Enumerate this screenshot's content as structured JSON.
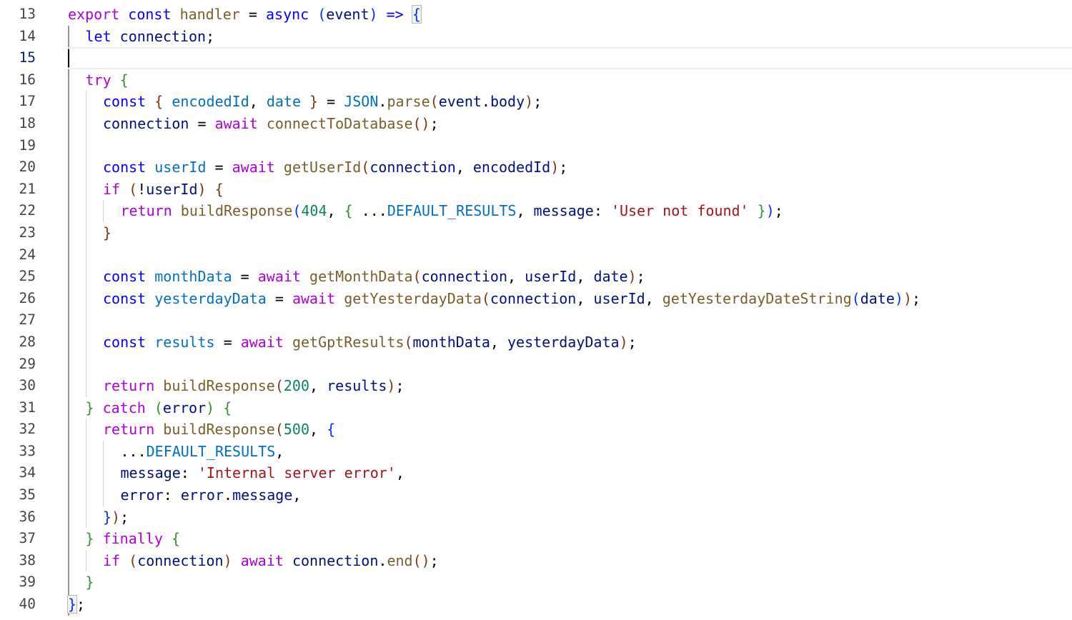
{
  "editor": {
    "language": "javascript",
    "current_line": 15,
    "lines": [
      {
        "num": "13",
        "indent": 0,
        "tokens": [
          [
            "kw2",
            "export"
          ],
          [
            "p",
            " "
          ],
          [
            "kw",
            "const"
          ],
          [
            "p",
            " "
          ],
          [
            "fn",
            "handler"
          ],
          [
            "p",
            " = "
          ],
          [
            "kw",
            "async"
          ],
          [
            "p",
            " "
          ],
          [
            "b1",
            "("
          ],
          [
            "v",
            "event"
          ],
          [
            "b1",
            ")"
          ],
          [
            "p",
            " "
          ],
          [
            "kw",
            "=>"
          ],
          [
            "p",
            " "
          ],
          [
            "b1",
            "{",
            "match"
          ]
        ]
      },
      {
        "num": "14",
        "indent": 1,
        "tokens": [
          [
            "kw",
            "let"
          ],
          [
            "p",
            " "
          ],
          [
            "v",
            "connection"
          ],
          [
            "p",
            ";"
          ]
        ]
      },
      {
        "num": "15",
        "indent": 0,
        "tokens": []
      },
      {
        "num": "16",
        "indent": 1,
        "tokens": [
          [
            "kw2",
            "try"
          ],
          [
            "p",
            " "
          ],
          [
            "b2",
            "{"
          ]
        ]
      },
      {
        "num": "17",
        "indent": 2,
        "tokens": [
          [
            "kw",
            "const"
          ],
          [
            "p",
            " "
          ],
          [
            "b3",
            "{"
          ],
          [
            "p",
            " "
          ],
          [
            "c",
            "encodedId"
          ],
          [
            "p",
            ", "
          ],
          [
            "c",
            "date"
          ],
          [
            "p",
            " "
          ],
          [
            "b3",
            "}"
          ],
          [
            "p",
            " = "
          ],
          [
            "c",
            "JSON"
          ],
          [
            "p",
            "."
          ],
          [
            "fn",
            "parse"
          ],
          [
            "b3",
            "("
          ],
          [
            "v",
            "event"
          ],
          [
            "p",
            "."
          ],
          [
            "v",
            "body"
          ],
          [
            "b3",
            ")"
          ],
          [
            "p",
            ";"
          ]
        ]
      },
      {
        "num": "18",
        "indent": 2,
        "tokens": [
          [
            "v",
            "connection"
          ],
          [
            "p",
            " = "
          ],
          [
            "kw2",
            "await"
          ],
          [
            "p",
            " "
          ],
          [
            "fn",
            "connectToDatabase"
          ],
          [
            "b3",
            "()"
          ],
          [
            "p",
            ";"
          ]
        ]
      },
      {
        "num": "19",
        "indent": 0,
        "tokens": []
      },
      {
        "num": "20",
        "indent": 2,
        "tokens": [
          [
            "kw",
            "const"
          ],
          [
            "p",
            " "
          ],
          [
            "c",
            "userId"
          ],
          [
            "p",
            " = "
          ],
          [
            "kw2",
            "await"
          ],
          [
            "p",
            " "
          ],
          [
            "fn",
            "getUserId"
          ],
          [
            "b3",
            "("
          ],
          [
            "v",
            "connection"
          ],
          [
            "p",
            ", "
          ],
          [
            "v",
            "encodedId"
          ],
          [
            "b3",
            ")"
          ],
          [
            "p",
            ";"
          ]
        ]
      },
      {
        "num": "21",
        "indent": 2,
        "tokens": [
          [
            "kw2",
            "if"
          ],
          [
            "p",
            " "
          ],
          [
            "b3",
            "("
          ],
          [
            "p",
            "!"
          ],
          [
            "v",
            "userId"
          ],
          [
            "b3",
            ")"
          ],
          [
            "p",
            " "
          ],
          [
            "b3",
            "{"
          ]
        ]
      },
      {
        "num": "22",
        "indent": 3,
        "tokens": [
          [
            "kw2",
            "return"
          ],
          [
            "p",
            " "
          ],
          [
            "fn",
            "buildResponse"
          ],
          [
            "b1",
            "("
          ],
          [
            "n",
            "404"
          ],
          [
            "p",
            ", "
          ],
          [
            "b2",
            "{"
          ],
          [
            "p",
            " ..."
          ],
          [
            "c",
            "DEFAULT_RESULTS"
          ],
          [
            "p",
            ", "
          ],
          [
            "v",
            "message"
          ],
          [
            "p",
            ": "
          ],
          [
            "s",
            "'User not found'"
          ],
          [
            "p",
            " "
          ],
          [
            "b2",
            "}"
          ],
          [
            "b1",
            ")"
          ],
          [
            "p",
            ";"
          ]
        ]
      },
      {
        "num": "23",
        "indent": 2,
        "tokens": [
          [
            "b3",
            "}"
          ]
        ]
      },
      {
        "num": "24",
        "indent": 0,
        "tokens": []
      },
      {
        "num": "25",
        "indent": 2,
        "tokens": [
          [
            "kw",
            "const"
          ],
          [
            "p",
            " "
          ],
          [
            "c",
            "monthData"
          ],
          [
            "p",
            " = "
          ],
          [
            "kw2",
            "await"
          ],
          [
            "p",
            " "
          ],
          [
            "fn",
            "getMonthData"
          ],
          [
            "b3",
            "("
          ],
          [
            "v",
            "connection"
          ],
          [
            "p",
            ", "
          ],
          [
            "v",
            "userId"
          ],
          [
            "p",
            ", "
          ],
          [
            "v",
            "date"
          ],
          [
            "b3",
            ")"
          ],
          [
            "p",
            ";"
          ]
        ]
      },
      {
        "num": "26",
        "indent": 2,
        "tokens": [
          [
            "kw",
            "const"
          ],
          [
            "p",
            " "
          ],
          [
            "c",
            "yesterdayData"
          ],
          [
            "p",
            " = "
          ],
          [
            "kw2",
            "await"
          ],
          [
            "p",
            " "
          ],
          [
            "fn",
            "getYesterdayData"
          ],
          [
            "b3",
            "("
          ],
          [
            "v",
            "connection"
          ],
          [
            "p",
            ", "
          ],
          [
            "v",
            "userId"
          ],
          [
            "p",
            ", "
          ],
          [
            "fn",
            "getYesterdayDateString"
          ],
          [
            "b1",
            "("
          ],
          [
            "v",
            "date"
          ],
          [
            "b1",
            ")"
          ],
          [
            "b3",
            ")"
          ],
          [
            "p",
            ";"
          ]
        ]
      },
      {
        "num": "27",
        "indent": 0,
        "tokens": []
      },
      {
        "num": "28",
        "indent": 2,
        "tokens": [
          [
            "kw",
            "const"
          ],
          [
            "p",
            " "
          ],
          [
            "c",
            "results"
          ],
          [
            "p",
            " = "
          ],
          [
            "kw2",
            "await"
          ],
          [
            "p",
            " "
          ],
          [
            "fn",
            "getGptResults"
          ],
          [
            "b3",
            "("
          ],
          [
            "v",
            "monthData"
          ],
          [
            "p",
            ", "
          ],
          [
            "v",
            "yesterdayData"
          ],
          [
            "b3",
            ")"
          ],
          [
            "p",
            ";"
          ]
        ]
      },
      {
        "num": "29",
        "indent": 0,
        "tokens": []
      },
      {
        "num": "30",
        "indent": 2,
        "tokens": [
          [
            "kw2",
            "return"
          ],
          [
            "p",
            " "
          ],
          [
            "fn",
            "buildResponse"
          ],
          [
            "b3",
            "("
          ],
          [
            "n",
            "200"
          ],
          [
            "p",
            ", "
          ],
          [
            "v",
            "results"
          ],
          [
            "b3",
            ")"
          ],
          [
            "p",
            ";"
          ]
        ]
      },
      {
        "num": "31",
        "indent": 1,
        "tokens": [
          [
            "b2",
            "}"
          ],
          [
            "p",
            " "
          ],
          [
            "kw2",
            "catch"
          ],
          [
            "p",
            " "
          ],
          [
            "b2",
            "("
          ],
          [
            "v",
            "error"
          ],
          [
            "b2",
            ")"
          ],
          [
            "p",
            " "
          ],
          [
            "b2",
            "{"
          ]
        ]
      },
      {
        "num": "32",
        "indent": 2,
        "tokens": [
          [
            "kw2",
            "return"
          ],
          [
            "p",
            " "
          ],
          [
            "fn",
            "buildResponse"
          ],
          [
            "b3",
            "("
          ],
          [
            "n",
            "500"
          ],
          [
            "p",
            ", "
          ],
          [
            "b1",
            "{"
          ]
        ]
      },
      {
        "num": "33",
        "indent": 3,
        "tokens": [
          [
            "p",
            "..."
          ],
          [
            "c",
            "DEFAULT_RESULTS"
          ],
          [
            "p",
            ","
          ]
        ]
      },
      {
        "num": "34",
        "indent": 3,
        "tokens": [
          [
            "v",
            "message"
          ],
          [
            "p",
            ": "
          ],
          [
            "s",
            "'Internal server error'"
          ],
          [
            "p",
            ","
          ]
        ]
      },
      {
        "num": "35",
        "indent": 3,
        "tokens": [
          [
            "v",
            "error"
          ],
          [
            "p",
            ": "
          ],
          [
            "v",
            "error"
          ],
          [
            "p",
            "."
          ],
          [
            "v",
            "message"
          ],
          [
            "p",
            ","
          ]
        ]
      },
      {
        "num": "36",
        "indent": 2,
        "tokens": [
          [
            "b1",
            "}"
          ],
          [
            "b3",
            ")"
          ],
          [
            "p",
            ";"
          ]
        ]
      },
      {
        "num": "37",
        "indent": 1,
        "tokens": [
          [
            "b2",
            "}"
          ],
          [
            "p",
            " "
          ],
          [
            "kw2",
            "finally"
          ],
          [
            "p",
            " "
          ],
          [
            "b2",
            "{"
          ]
        ]
      },
      {
        "num": "38",
        "indent": 2,
        "tokens": [
          [
            "kw2",
            "if"
          ],
          [
            "p",
            " "
          ],
          [
            "b3",
            "("
          ],
          [
            "v",
            "connection"
          ],
          [
            "b3",
            ")"
          ],
          [
            "p",
            " "
          ],
          [
            "kw2",
            "await"
          ],
          [
            "p",
            " "
          ],
          [
            "v",
            "connection"
          ],
          [
            "p",
            "."
          ],
          [
            "fn",
            "end"
          ],
          [
            "b3",
            "()"
          ],
          [
            "p",
            ";"
          ]
        ]
      },
      {
        "num": "39",
        "indent": 1,
        "tokens": [
          [
            "b2",
            "}"
          ]
        ]
      },
      {
        "num": "40",
        "indent": 0,
        "tokens": [
          [
            "b1",
            "}",
            "match"
          ],
          [
            "p",
            ";"
          ]
        ]
      }
    ]
  }
}
